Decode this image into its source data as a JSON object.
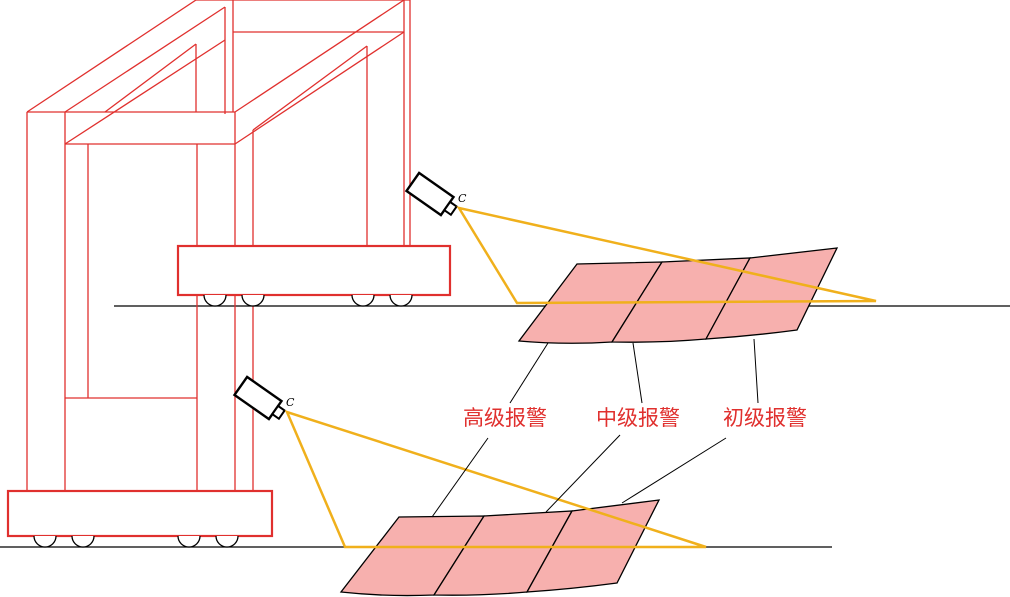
{
  "labels": {
    "high_alarm": "高级报警",
    "mid_alarm": "中级报警",
    "low_alarm": "初级报警"
  },
  "camera_text": "C",
  "colors": {
    "frame": "#e0302e",
    "label": "#e0302e",
    "camera_beam": "#f0b01c",
    "zone_fill": "#f7b0ae",
    "outline": "#000000",
    "ground": "#000000"
  }
}
